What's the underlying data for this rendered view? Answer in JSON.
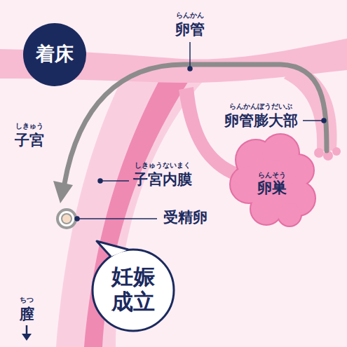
{
  "diagram": {
    "nodes": [
      {
        "text": [
          "着床"
        ]
      },
      {
        "text": [
          "らんそう",
          "卵巣"
        ]
      },
      {
        "text": [
          "妊娠 成立"
        ]
      }
    ],
    "labels": [
      "らんかん",
      "卵管",
      "らんかんぼうだいぶ",
      "卵管膨大部",
      "しきゅう",
      "子宮",
      "しきゅうないまく",
      "子宮内膜",
      "受精卵",
      "ちつ",
      "膣"
    ]
  }
}
